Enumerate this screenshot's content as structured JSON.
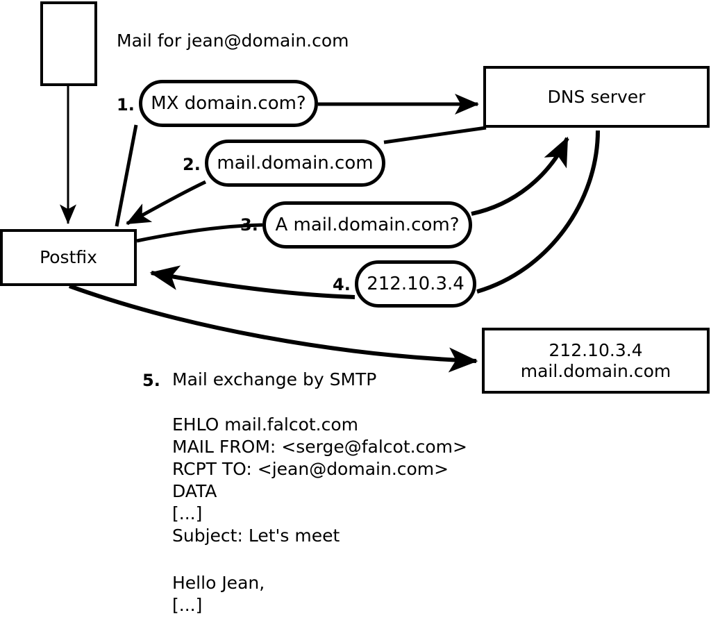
{
  "diagram": {
    "title_text": "Mail for jean@domain.com",
    "nodes": {
      "sender_host": {
        "label": ""
      },
      "postfix": {
        "label": "Postfix"
      },
      "dns_server": {
        "label": "DNS server"
      },
      "remote_mail_server": {
        "label": "212.10.3.4\nmail.domain.com"
      }
    },
    "steps": [
      {
        "num": "1.",
        "label": "MX domain.com?"
      },
      {
        "num": "2.",
        "label": "mail.domain.com"
      },
      {
        "num": "3.",
        "label": "A mail.domain.com?"
      },
      {
        "num": "4.",
        "label": "212.10.3.4"
      }
    ],
    "step5": {
      "num": "5.",
      "label": "Mail exchange by SMTP"
    },
    "smtp_transcript": "EHLO mail.falcot.com\nMAIL FROM: <serge@falcot.com>\nRCPT TO: <jean@domain.com>\nDATA\n[...]\nSubject: Let's meet",
    "smtp_body": "Hello Jean,\n[...]\n\n.",
    "colors": {
      "stroke": "#000000",
      "fill": "#ffffff",
      "text": "#000000"
    }
  }
}
